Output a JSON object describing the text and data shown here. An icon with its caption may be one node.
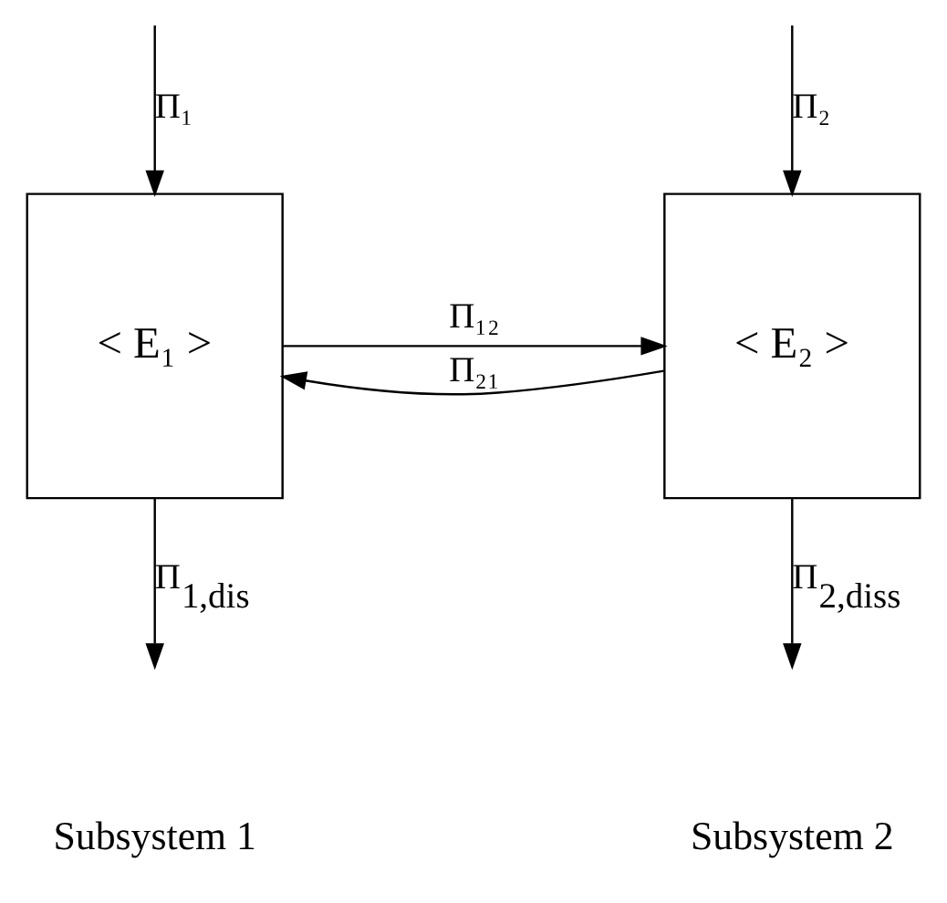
{
  "diagram": {
    "nodes": [
      {
        "text": [
          "< E₁ >"
        ]
      },
      {
        "text": [
          "< E₂ >"
        ]
      }
    ],
    "edges": [
      {
        "from": null,
        "to": 0,
        "arrow": "to",
        "label": "Π₁"
      },
      {
        "from": 0,
        "to": 1,
        "arrow": "to",
        "label": "Π₁₂"
      },
      {
        "from": 1,
        "to": 0,
        "arrow": "to",
        "label": "Π₂₁"
      },
      {
        "from": null,
        "to": 1,
        "arrow": "to",
        "label": "Π₂"
      },
      {
        "from": 0,
        "to": null,
        "arrow": "to",
        "label": "Π$_{1,dis}$"
      },
      {
        "from": 1,
        "to": null,
        "arrow": "to",
        "label": "Π$_{2,diss}$"
      }
    ],
    "labels": [
      "Subsystem 1",
      "Subsystem 2"
    ]
  }
}
